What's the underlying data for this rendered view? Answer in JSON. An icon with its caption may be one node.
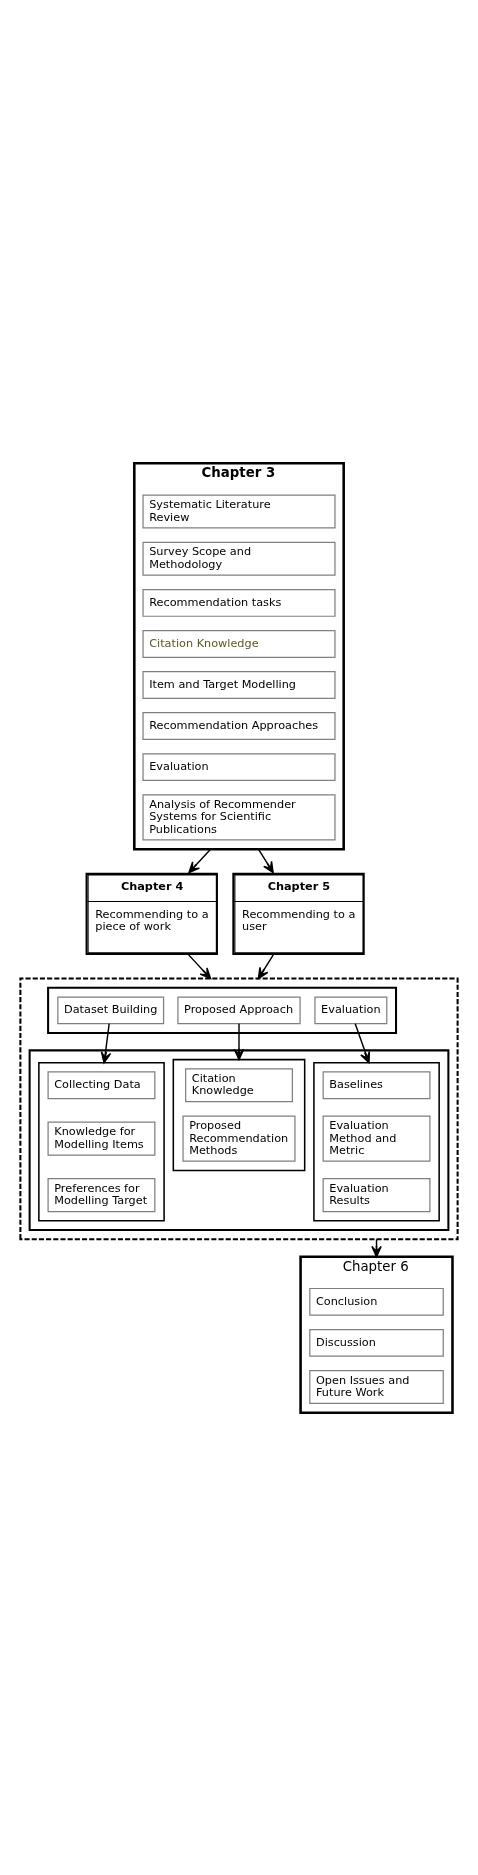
{
  "diagram": {
    "nodes": [
      {
        "text": [
          "Chapter 3"
        ]
      },
      {
        "text": [
          "Systematic Literature Review"
        ],
        "in": 0
      },
      {
        "text": [
          "Survey Scope and Methodology"
        ],
        "in": 0
      },
      {
        "text": [
          "Recommendation tasks"
        ],
        "in": 0
      },
      {
        "text": [
          "Citation Knowledge"
        ],
        "in": 0
      },
      {
        "text": [
          "Item and Target Modelling"
        ],
        "in": 0
      },
      {
        "text": [
          "Recommendation Approaches"
        ],
        "in": 0
      },
      {
        "text": [
          "Evaluation"
        ],
        "in": 0
      },
      {
        "text": [
          "Analysis of Recommender Systems for Scientific Publications"
        ],
        "in": 0
      },
      {
        "text": [
          "Chapter 4",
          "Recommending to a piece of work"
        ]
      },
      {
        "text": [
          "Chapter 5",
          "Recommending to a user"
        ]
      },
      {
        "text": [],
        "shape": "box"
      },
      {
        "text": [],
        "shape": "box",
        "in": 11
      },
      {
        "text": [
          "Dataset Building"
        ],
        "in": 12
      },
      {
        "text": [
          "Proposed Approach"
        ],
        "in": 12
      },
      {
        "text": [
          "Evaluation"
        ],
        "in": 12
      },
      {
        "text": [],
        "shape": "box",
        "in": 11
      },
      {
        "text": [],
        "shape": "box",
        "in": 16
      },
      {
        "text": [
          "Collecting Data"
        ],
        "in": 17
      },
      {
        "text": [
          "Knowledge for Modelling Items"
        ],
        "in": 17
      },
      {
        "text": [
          "Preferences for Modelling Target"
        ],
        "in": 17
      },
      {
        "text": [],
        "shape": "box",
        "in": 16
      },
      {
        "text": [
          "Citation Knowledge"
        ],
        "in": 21
      },
      {
        "text": [
          "Proposed Recommendation Methods"
        ],
        "in": 21
      },
      {
        "text": [],
        "shape": "box",
        "in": 16
      },
      {
        "text": [
          "Baselines"
        ],
        "in": 24
      },
      {
        "text": [
          "Evaluation Method and Metric"
        ],
        "in": 24
      },
      {
        "text": [
          "Evaluation Results"
        ],
        "in": 24
      },
      {
        "text": [
          "Chapter 6"
        ]
      },
      {
        "text": [
          "Conclusion"
        ],
        "in": 28
      },
      {
        "text": [
          "Discussion"
        ],
        "in": 28
      },
      {
        "text": [
          "Open Issues and Future Work"
        ],
        "in": 28
      }
    ],
    "edges": [
      {
        "from": 0,
        "to": 9,
        "arrow": "to"
      },
      {
        "from": 0,
        "to": 10,
        "arrow": "to"
      },
      {
        "from": 9,
        "to": 11,
        "arrow": "to"
      },
      {
        "from": 10,
        "to": 11,
        "arrow": "to"
      },
      {
        "from": 13,
        "to": 17,
        "arrow": "to"
      },
      {
        "from": 14,
        "to": 21,
        "arrow": "to"
      },
      {
        "from": 15,
        "to": 24,
        "arrow": "to"
      },
      {
        "from": 11,
        "to": 28,
        "arrow": "to"
      }
    ]
  }
}
